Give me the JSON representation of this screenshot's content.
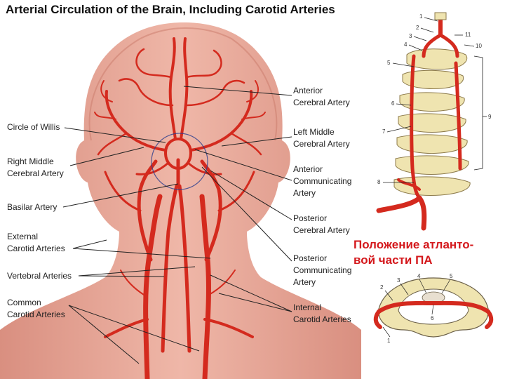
{
  "title": "Arterial Circulation of the Brain, Including Carotid Arteries",
  "left_labels": {
    "circle_of_willis": "Circle of Willis",
    "right_middle_cerebral_1": "Right Middle",
    "right_middle_cerebral_2": "Cerebral Artery",
    "basilar_artery": "Basilar Artery",
    "external_carotid_1": "External",
    "external_carotid_2": "Carotid Arteries",
    "vertebral_arteries": "Vertebral Arteries",
    "common_carotid_1": "Common",
    "common_carotid_2": "Carotid Arteries"
  },
  "right_labels": {
    "anterior_cerebral_1": "Anterior",
    "anterior_cerebral_2": "Cerebral Artery",
    "left_middle_cerebral_1": "Left Middle",
    "left_middle_cerebral_2": "Cerebral Artery",
    "anterior_communicating_1": "Anterior",
    "anterior_communicating_2": "Communicating",
    "anterior_communicating_3": "Artery",
    "posterior_cerebral_1": "Posterior",
    "posterior_cerebral_2": "Cerebral Artery",
    "posterior_communicating_1": "Posterior",
    "posterior_communicating_2": "Communicating",
    "posterior_communicating_3": "Artery",
    "internal_carotid_1": "Internal",
    "internal_carotid_2": "Carotid Arteries"
  },
  "spine_numbers": [
    "1",
    "2",
    "3",
    "4",
    "5",
    "6",
    "7",
    "8",
    "9",
    "10",
    "11"
  ],
  "atlas_numbers": [
    "1",
    "2",
    "3",
    "4",
    "5",
    "6"
  ],
  "caption": {
    "line1": "Положение атланто-",
    "line2": "вой части ПА"
  },
  "colors": {
    "artery": "#d42a1e",
    "skin": "#e6a090",
    "bone": "#efe4b0",
    "caption": "#d4181c"
  }
}
